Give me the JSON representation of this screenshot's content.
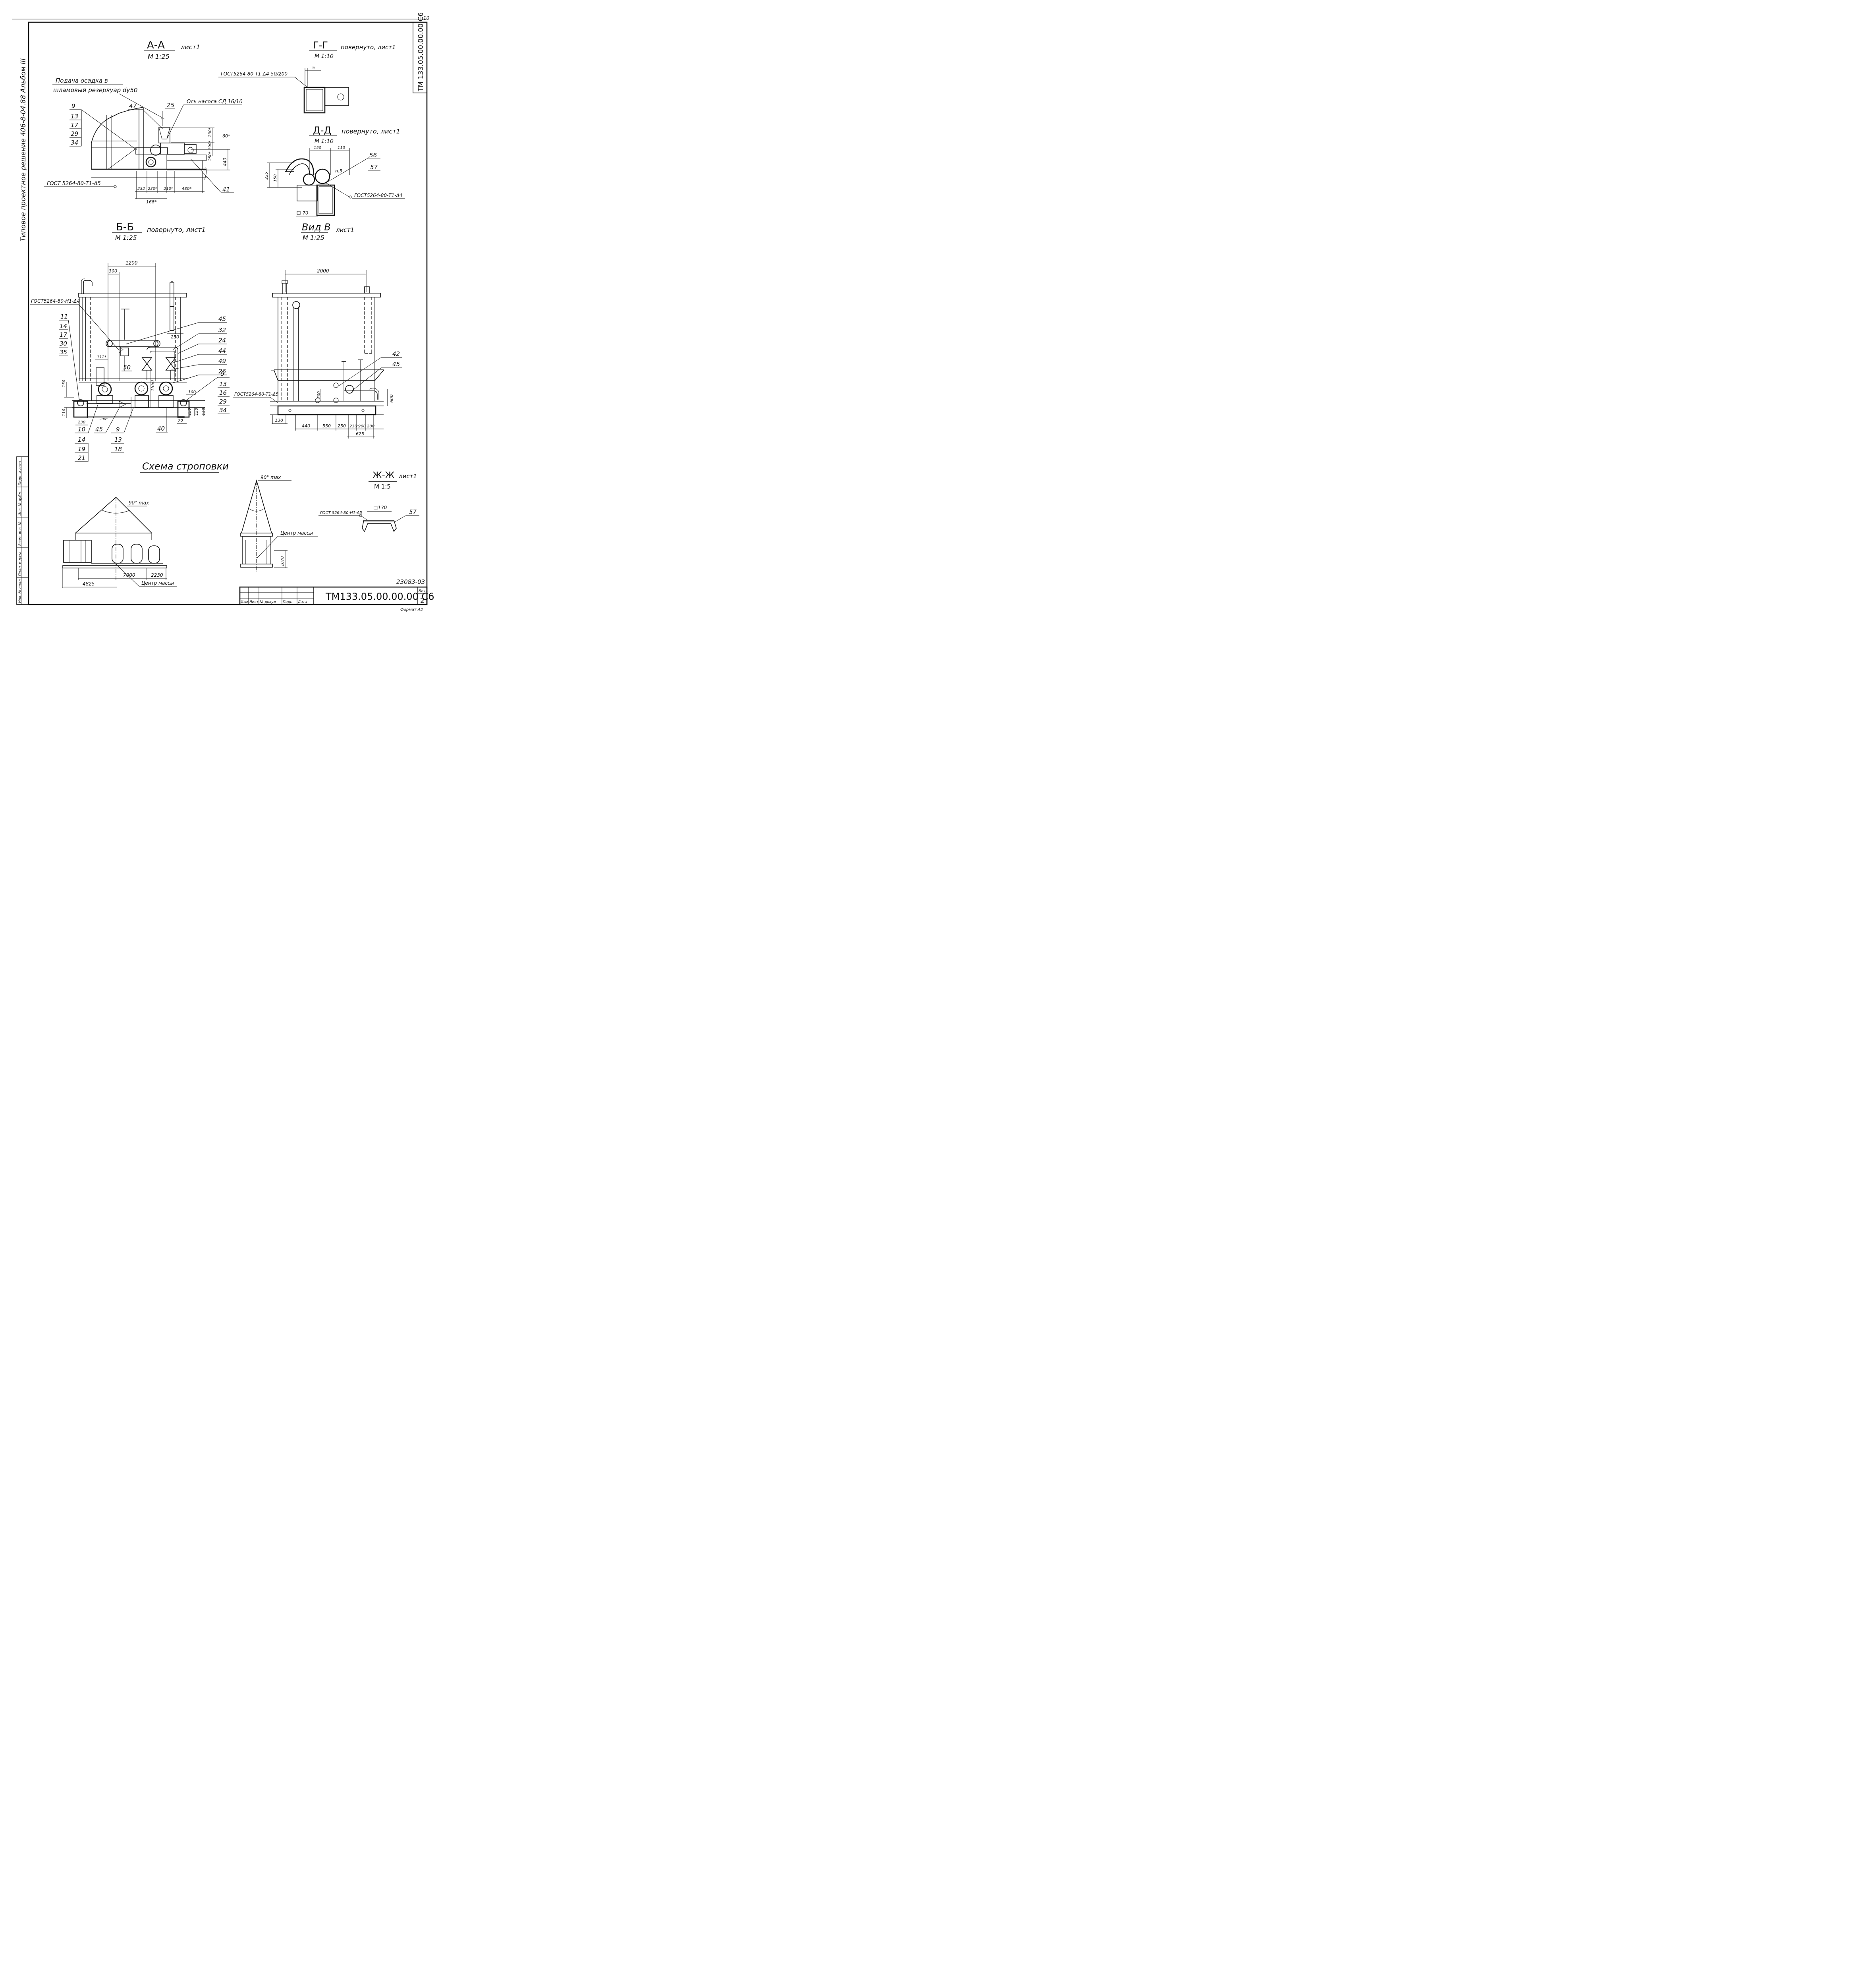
{
  "sheet": {
    "page_corner": "10",
    "vertical_code": "ТМ 133.05.00.00.00 С6",
    "left_margin_note": "Типовое проектное решение 406-8-04.88 Альбом III",
    "archive_no": "23083-03",
    "format": "Формат А2"
  },
  "views": {
    "aa": {
      "title": "А-А",
      "sheet": "лист1",
      "scale": "М 1:25",
      "note1": "Подача осадка в",
      "note2": "шламовый резервуар dу50",
      "axis_note": "Ось насоса СД 16/10",
      "gost": "ГОСТ 5264-80-Т1-Δ5",
      "labels": [
        "9",
        "13",
        "17",
        "29",
        "34",
        "47",
        "25",
        "41"
      ],
      "dims": [
        "230*",
        "190*",
        "250*",
        "440",
        "60*",
        "232",
        "230*",
        "210*",
        "480*",
        "168*"
      ]
    },
    "gg": {
      "title": "Г-Г",
      "note": "повернуто, лист1",
      "scale": "М 1:10",
      "gost": "ГОСТ5264-80-Т1-Δ4-50/200",
      "dim": "5"
    },
    "dd": {
      "title": "Д-Д",
      "note": "повернуто, лист1",
      "scale": "М 1:10",
      "labels": [
        "56",
        "57"
      ],
      "dims": [
        "150",
        "110",
        "235",
        "150",
        "70"
      ],
      "weld": "п.5",
      "gost": "ГОСТ5264-80-Т1-Δ4"
    },
    "bb": {
      "title": "Б-Б",
      "note": "повернуто, лист1",
      "scale": "М 1:25",
      "gost": "ГОСТ5264-80-Н1-Δ4",
      "labels_left": [
        "11",
        "14",
        "17",
        "30",
        "35"
      ],
      "labels_right_top": [
        "45",
        "32",
        "24",
        "44",
        "49",
        "26"
      ],
      "labels_right": [
        "9",
        "13",
        "16",
        "29",
        "34"
      ],
      "labels_bottom": [
        "10",
        "14",
        "19",
        "21",
        "45",
        "9",
        "13",
        "18",
        "40",
        "50"
      ],
      "dims": [
        "1200",
        "300",
        "250",
        "112*",
        "150",
        "1550",
        "100",
        "110",
        "230",
        "200*",
        "70",
        "150",
        "150",
        "150"
      ]
    },
    "vb": {
      "title": "Вид В",
      "note": "лист1",
      "scale": "М 1:25",
      "gost": "ГОСТ5264-80-Т1-Δ5",
      "labels": [
        "42",
        "45"
      ],
      "dims": [
        "2000",
        "500",
        "600",
        "130",
        "440",
        "550",
        "250",
        "230*",
        "200",
        "200",
        "625"
      ]
    },
    "zz": {
      "title": "Ж-Ж",
      "note": "лист1",
      "scale": "М 1:5",
      "gost": "ГОСТ 5264-80-Н1-Δ5",
      "dim": "□130",
      "label": "57"
    },
    "sling": {
      "title": "Схема строповки",
      "angle1": "90° max",
      "angle2": "90° max",
      "mass1": "Центр массы",
      "mass2": "Центр массы",
      "dims": [
        "7000",
        "2230",
        "4825",
        "1070"
      ]
    }
  },
  "stamp": {
    "cols": [
      "Изм",
      "Лист",
      "№ докум",
      "Подп.",
      "Дата"
    ],
    "code": "ТМ133.05.00.00.00 С6",
    "sheet_label": "Лист",
    "sheet_no": "2",
    "side_labels": [
      "Инв. № подл.",
      "Подп. и дата",
      "Взам. инв. №",
      "Инв. № дубл.",
      "Подп. и дата"
    ]
  }
}
